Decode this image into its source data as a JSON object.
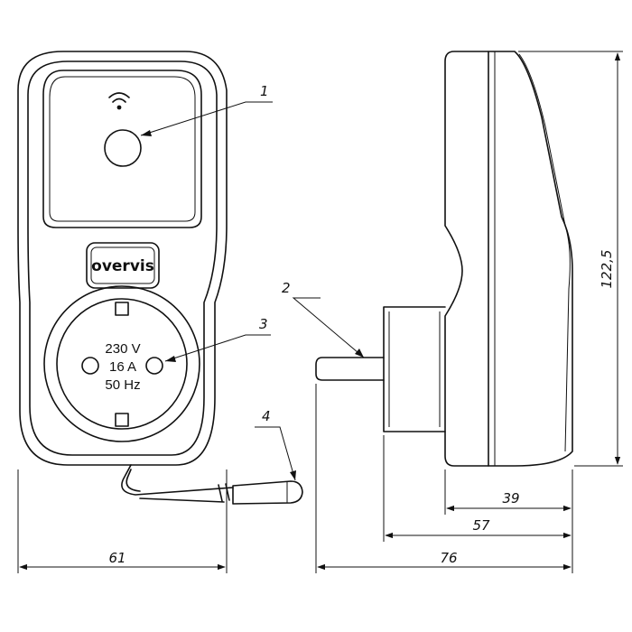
{
  "device": {
    "brand": "overvis",
    "rating_lines": [
      "230 V",
      "16 A",
      "50 Hz"
    ],
    "icons": [
      "wifi-icon"
    ]
  },
  "callouts": [
    "1",
    "2",
    "3",
    "4"
  ],
  "dimensions": {
    "width": "61",
    "depth_body": "39",
    "depth_with_socket": "57",
    "depth_with_plug": "76",
    "height": "122,5"
  }
}
